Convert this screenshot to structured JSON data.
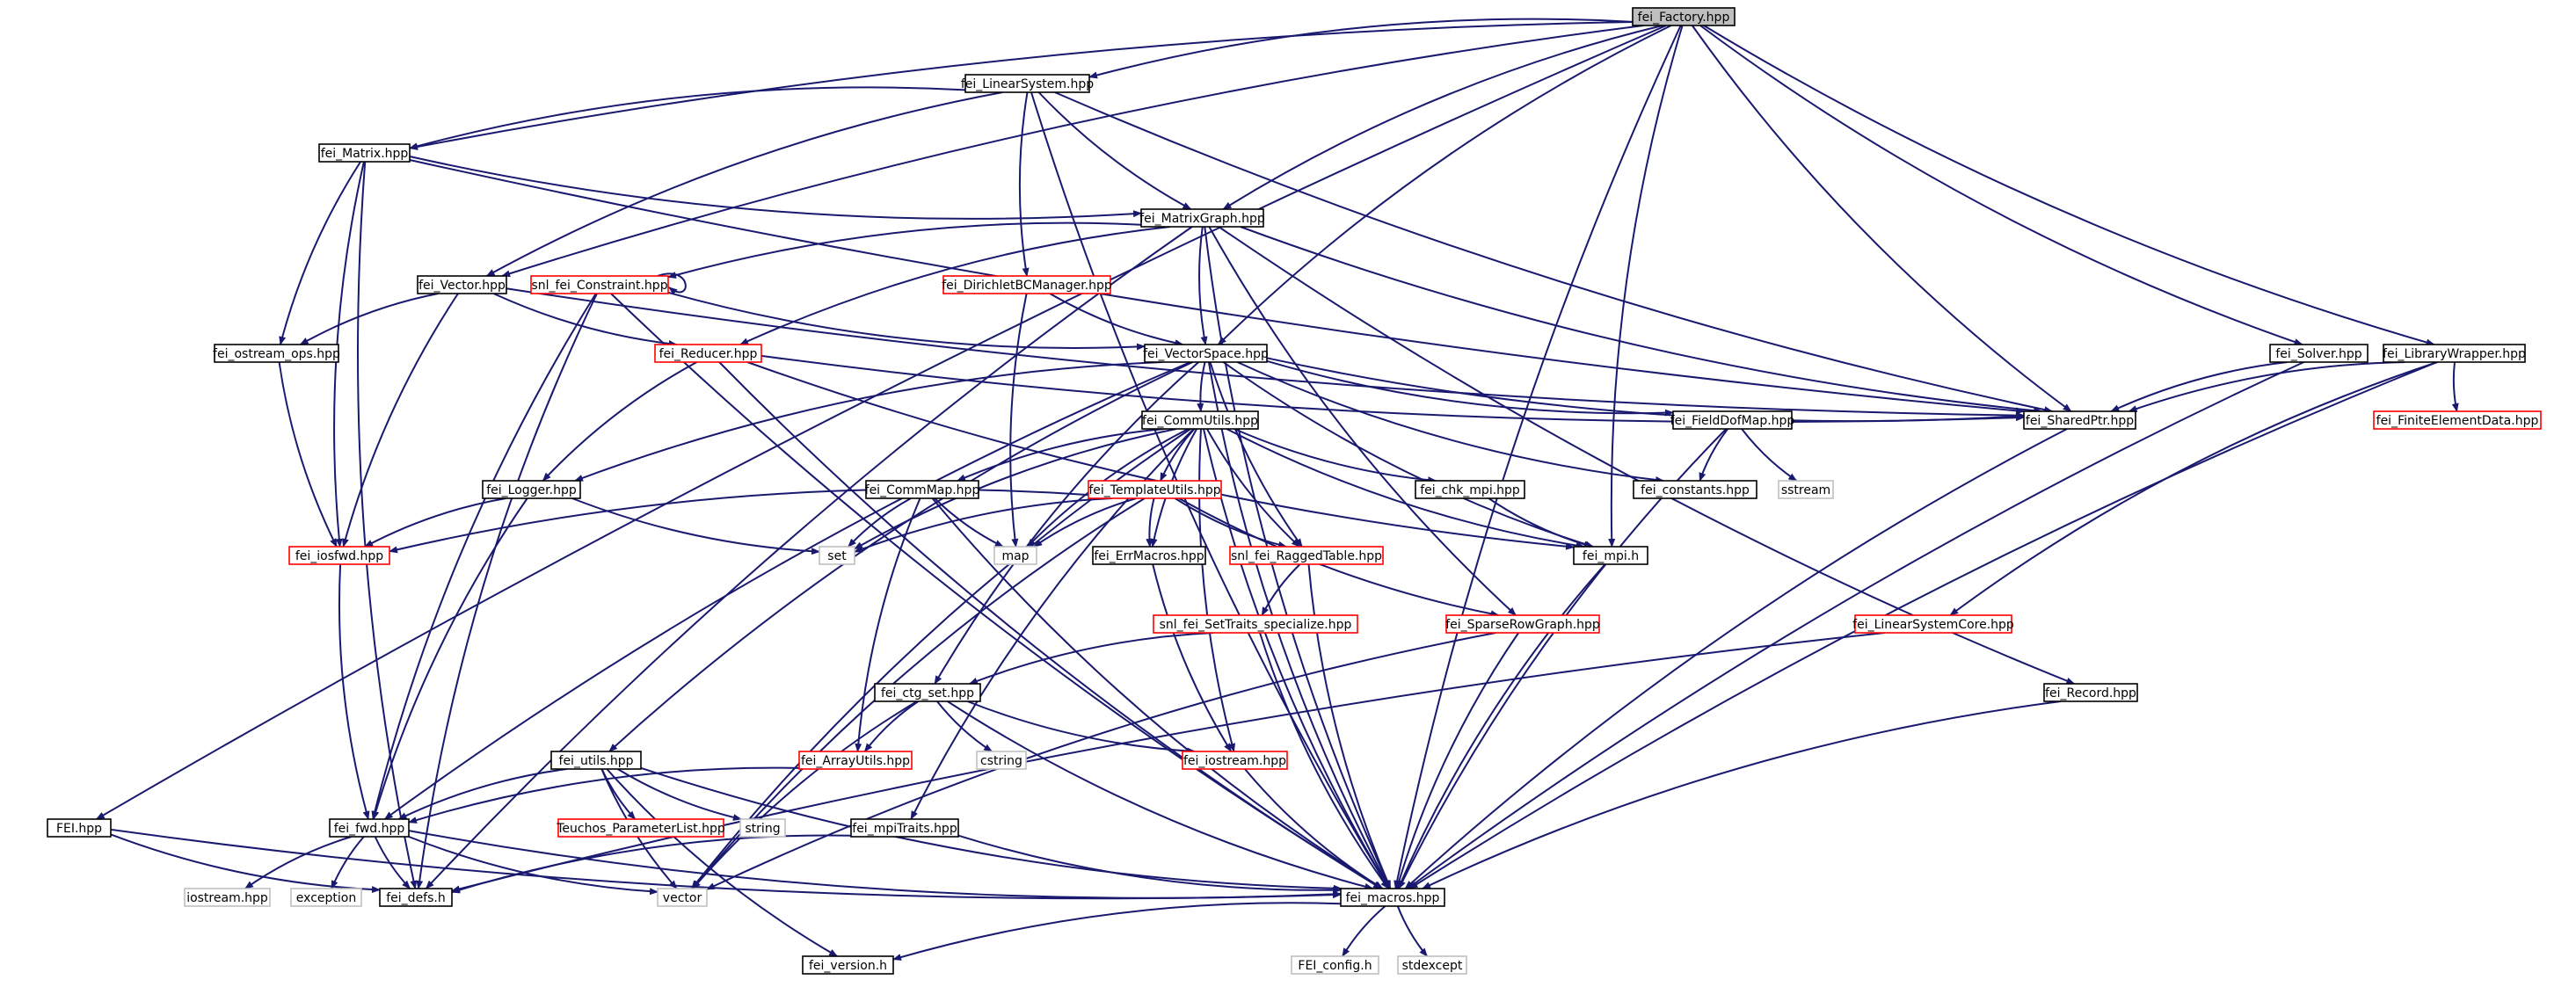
{
  "diagram": {
    "colors": {
      "edge": "#191970",
      "root_fill": "#bfbfbf",
      "plain_border": "#000000",
      "truncated_border": "#ff0000",
      "system_border": "#bfbfbf",
      "node_fill": "#ffffff"
    },
    "nodes": [
      {
        "id": "fei_Factory",
        "label": "fei_Factory.hpp",
        "kind": "root"
      },
      {
        "id": "fei_LinearSystem",
        "label": "fei_LinearSystem.hpp",
        "kind": "plain"
      },
      {
        "id": "fei_Matrix",
        "label": "fei_Matrix.hpp",
        "kind": "plain"
      },
      {
        "id": "fei_MatrixGraph",
        "label": "fei_MatrixGraph.hpp",
        "kind": "plain"
      },
      {
        "id": "fei_Vector",
        "label": "fei_Vector.hpp",
        "kind": "plain"
      },
      {
        "id": "snl_fei_Constraint",
        "label": "snl_fei_Constraint.hpp",
        "kind": "truncated"
      },
      {
        "id": "fei_DirichletBCManager",
        "label": "fei_DirichletBCManager.hpp",
        "kind": "truncated"
      },
      {
        "id": "fei_ostream_ops",
        "label": "fei_ostream_ops.hpp",
        "kind": "plain"
      },
      {
        "id": "fei_Reducer",
        "label": "fei_Reducer.hpp",
        "kind": "truncated"
      },
      {
        "id": "fei_VectorSpace",
        "label": "fei_VectorSpace.hpp",
        "kind": "plain"
      },
      {
        "id": "fei_Solver",
        "label": "fei_Solver.hpp",
        "kind": "plain"
      },
      {
        "id": "fei_LibraryWrapper",
        "label": "fei_LibraryWrapper.hpp",
        "kind": "plain"
      },
      {
        "id": "fei_SharedPtr",
        "label": "fei_SharedPtr.hpp",
        "kind": "plain"
      },
      {
        "id": "fei_FiniteElementData",
        "label": "fei_FiniteElementData.hpp",
        "kind": "truncated"
      },
      {
        "id": "fei_CommUtils",
        "label": "fei_CommUtils.hpp",
        "kind": "plain"
      },
      {
        "id": "fei_FieldDofMap",
        "label": "fei_FieldDofMap.hpp",
        "kind": "plain"
      },
      {
        "id": "fei_Logger",
        "label": "fei_Logger.hpp",
        "kind": "plain"
      },
      {
        "id": "fei_CommMap",
        "label": "fei_CommMap.hpp",
        "kind": "plain"
      },
      {
        "id": "fei_TemplateUtils",
        "label": "fei_TemplateUtils.hpp",
        "kind": "truncated"
      },
      {
        "id": "fei_chk_mpi",
        "label": "fei_chk_mpi.hpp",
        "kind": "plain"
      },
      {
        "id": "fei_constants",
        "label": "fei_constants.hpp",
        "kind": "plain"
      },
      {
        "id": "sstream",
        "label": "sstream",
        "kind": "system"
      },
      {
        "id": "fei_iosfwd",
        "label": "fei_iosfwd.hpp",
        "kind": "truncated"
      },
      {
        "id": "set",
        "label": "set",
        "kind": "system"
      },
      {
        "id": "map",
        "label": "map",
        "kind": "system"
      },
      {
        "id": "fei_ErrMacros",
        "label": "fei_ErrMacros.hpp",
        "kind": "plain"
      },
      {
        "id": "snl_fei_RaggedTable",
        "label": "snl_fei_RaggedTable.hpp",
        "kind": "truncated"
      },
      {
        "id": "fei_mpi",
        "label": "fei_mpi.h",
        "kind": "plain"
      },
      {
        "id": "snl_fei_SetTraits_specialize",
        "label": "snl_fei_SetTraits_specialize.hpp",
        "kind": "truncated"
      },
      {
        "id": "fei_SparseRowGraph",
        "label": "fei_SparseRowGraph.hpp",
        "kind": "truncated"
      },
      {
        "id": "fei_LinearSystemCore",
        "label": "fei_LinearSystemCore.hpp",
        "kind": "truncated"
      },
      {
        "id": "fei_ctg_set",
        "label": "fei_ctg_set.hpp",
        "kind": "plain"
      },
      {
        "id": "cstring",
        "label": "cstring",
        "kind": "system"
      },
      {
        "id": "fei_Record",
        "label": "fei_Record.hpp",
        "kind": "plain"
      },
      {
        "id": "fei_utils",
        "label": "fei_utils.hpp",
        "kind": "plain"
      },
      {
        "id": "fei_ArrayUtils",
        "label": "fei_ArrayUtils.hpp",
        "kind": "truncated"
      },
      {
        "id": "fei_iostream",
        "label": "fei_iostream.hpp",
        "kind": "truncated"
      },
      {
        "id": "FEI",
        "label": "FEI.hpp",
        "kind": "plain"
      },
      {
        "id": "fei_fwd",
        "label": "fei_fwd.hpp",
        "kind": "plain"
      },
      {
        "id": "Teuchos_ParameterList",
        "label": "Teuchos_ParameterList.hpp",
        "kind": "truncated"
      },
      {
        "id": "string",
        "label": "string",
        "kind": "system"
      },
      {
        "id": "fei_mpiTraits",
        "label": "fei_mpiTraits.hpp",
        "kind": "plain"
      },
      {
        "id": "iostream",
        "label": "iostream.hpp",
        "kind": "system"
      },
      {
        "id": "exception",
        "label": "exception",
        "kind": "system"
      },
      {
        "id": "fei_defs",
        "label": "fei_defs.h",
        "kind": "plain"
      },
      {
        "id": "vector",
        "label": "vector",
        "kind": "system"
      },
      {
        "id": "fei_macros",
        "label": "fei_macros.hpp",
        "kind": "plain"
      },
      {
        "id": "FEI_config",
        "label": "FEI_config.h",
        "kind": "system"
      },
      {
        "id": "stdexcept",
        "label": "stdexcept",
        "kind": "system"
      },
      {
        "id": "fei_version",
        "label": "fei_version.h",
        "kind": "plain"
      }
    ],
    "edges": [
      [
        "fei_Factory",
        "fei_LinearSystem"
      ],
      [
        "fei_Factory",
        "fei_Matrix"
      ],
      [
        "fei_Factory",
        "fei_MatrixGraph"
      ],
      [
        "fei_Factory",
        "fei_Vector"
      ],
      [
        "fei_Factory",
        "fei_VectorSpace"
      ],
      [
        "fei_Factory",
        "fei_Solver"
      ],
      [
        "fei_Factory",
        "fei_LibraryWrapper"
      ],
      [
        "fei_Factory",
        "fei_SharedPtr"
      ],
      [
        "fei_Factory",
        "fei_mpi"
      ],
      [
        "fei_Factory",
        "FEI"
      ],
      [
        "fei_Factory",
        "fei_macros"
      ],
      [
        "fei_LinearSystem",
        "fei_Matrix"
      ],
      [
        "fei_LinearSystem",
        "fei_MatrixGraph"
      ],
      [
        "fei_LinearSystem",
        "fei_Vector"
      ],
      [
        "fei_LinearSystem",
        "fei_DirichletBCManager"
      ],
      [
        "fei_LinearSystem",
        "fei_SharedPtr"
      ],
      [
        "fei_LinearSystem",
        "fei_macros"
      ],
      [
        "fei_Matrix",
        "fei_MatrixGraph"
      ],
      [
        "fei_Matrix",
        "fei_ostream_ops"
      ],
      [
        "fei_Matrix",
        "fei_iosfwd"
      ],
      [
        "fei_Matrix",
        "fei_SharedPtr"
      ],
      [
        "fei_Matrix",
        "fei_defs"
      ],
      [
        "fei_MatrixGraph",
        "snl_fei_Constraint"
      ],
      [
        "fei_MatrixGraph",
        "fei_Reducer"
      ],
      [
        "fei_MatrixGraph",
        "fei_VectorSpace"
      ],
      [
        "fei_MatrixGraph",
        "fei_SharedPtr"
      ],
      [
        "fei_MatrixGraph",
        "fei_SparseRowGraph"
      ],
      [
        "fei_MatrixGraph",
        "fei_Record"
      ],
      [
        "fei_MatrixGraph",
        "fei_macros"
      ],
      [
        "fei_MatrixGraph",
        "fei_defs"
      ],
      [
        "fei_Vector",
        "fei_ostream_ops"
      ],
      [
        "fei_Vector",
        "fei_Reducer"
      ],
      [
        "fei_Vector",
        "fei_iosfwd"
      ],
      [
        "fei_Vector",
        "fei_SharedPtr"
      ],
      [
        "snl_fei_Constraint",
        "snl_fei_Constraint"
      ],
      [
        "snl_fei_Constraint",
        "fei_VectorSpace"
      ],
      [
        "snl_fei_Constraint",
        "fei_fwd"
      ],
      [
        "snl_fei_Constraint",
        "fei_defs"
      ],
      [
        "snl_fei_Constraint",
        "fei_macros"
      ],
      [
        "fei_DirichletBCManager",
        "fei_VectorSpace"
      ],
      [
        "fei_DirichletBCManager",
        "map"
      ],
      [
        "fei_ostream_ops",
        "fei_iosfwd"
      ],
      [
        "fei_Reducer",
        "fei_Logger"
      ],
      [
        "fei_Reducer",
        "fei_SharedPtr"
      ],
      [
        "fei_Reducer",
        "fei_mpi"
      ],
      [
        "fei_Reducer",
        "fei_macros"
      ],
      [
        "fei_VectorSpace",
        "fei_CommUtils"
      ],
      [
        "fei_VectorSpace",
        "fei_FieldDofMap"
      ],
      [
        "fei_VectorSpace",
        "fei_Logger"
      ],
      [
        "fei_VectorSpace",
        "fei_constants"
      ],
      [
        "fei_VectorSpace",
        "fei_SharedPtr"
      ],
      [
        "fei_VectorSpace",
        "snl_fei_RaggedTable"
      ],
      [
        "fei_VectorSpace",
        "fei_ctg_set"
      ],
      [
        "fei_VectorSpace",
        "fei_utils"
      ],
      [
        "fei_VectorSpace",
        "fei_fwd"
      ],
      [
        "fei_VectorSpace",
        "fei_mpi"
      ],
      [
        "fei_VectorSpace",
        "fei_macros"
      ],
      [
        "fei_Solver",
        "fei_SharedPtr"
      ],
      [
        "fei_Solver",
        "fei_macros"
      ],
      [
        "fei_LibraryWrapper",
        "fei_SharedPtr"
      ],
      [
        "fei_LibraryWrapper",
        "fei_FiniteElementData"
      ],
      [
        "fei_LibraryWrapper",
        "fei_LinearSystemCore"
      ],
      [
        "fei_LibraryWrapper",
        "fei_macros"
      ],
      [
        "fei_SharedPtr",
        "fei_macros"
      ],
      [
        "fei_CommUtils",
        "fei_CommMap"
      ],
      [
        "fei_CommUtils",
        "fei_TemplateUtils"
      ],
      [
        "fei_CommUtils",
        "fei_chk_mpi"
      ],
      [
        "fei_CommUtils",
        "fei_mpi"
      ],
      [
        "fei_CommUtils",
        "set"
      ],
      [
        "fei_CommUtils",
        "map"
      ],
      [
        "fei_CommUtils",
        "fei_ErrMacros"
      ],
      [
        "fei_CommUtils",
        "snl_fei_RaggedTable"
      ],
      [
        "fei_CommUtils",
        "fei_iostream"
      ],
      [
        "fei_CommUtils",
        "fei_mpiTraits"
      ],
      [
        "fei_CommUtils",
        "vector"
      ],
      [
        "fei_CommUtils",
        "fei_macros"
      ],
      [
        "fei_FieldDofMap",
        "fei_constants"
      ],
      [
        "fei_FieldDofMap",
        "sstream"
      ],
      [
        "fei_FieldDofMap",
        "fei_macros"
      ],
      [
        "fei_Logger",
        "fei_iosfwd"
      ],
      [
        "fei_Logger",
        "set"
      ],
      [
        "fei_Logger",
        "fei_fwd"
      ],
      [
        "fei_CommMap",
        "set"
      ],
      [
        "fei_CommMap",
        "map"
      ],
      [
        "fei_CommMap",
        "fei_ArrayUtils"
      ],
      [
        "fei_CommMap",
        "fei_macros"
      ],
      [
        "fei_TemplateUtils",
        "fei_iosfwd"
      ],
      [
        "fei_TemplateUtils",
        "set"
      ],
      [
        "fei_TemplateUtils",
        "map"
      ],
      [
        "fei_TemplateUtils",
        "fei_ErrMacros"
      ],
      [
        "fei_TemplateUtils",
        "snl_fei_RaggedTable"
      ],
      [
        "fei_TemplateUtils",
        "fei_SparseRowGraph"
      ],
      [
        "fei_TemplateUtils",
        "vector"
      ],
      [
        "fei_chk_mpi",
        "fei_mpi"
      ],
      [
        "fei_iosfwd",
        "fei_fwd"
      ],
      [
        "fei_ErrMacros",
        "fei_iostream"
      ],
      [
        "snl_fei_RaggedTable",
        "snl_fei_SetTraits_specialize"
      ],
      [
        "snl_fei_RaggedTable",
        "fei_macros"
      ],
      [
        "fei_mpi",
        "fei_macros"
      ],
      [
        "snl_fei_SetTraits_specialize",
        "fei_ctg_set"
      ],
      [
        "snl_fei_SetTraits_specialize",
        "fei_macros"
      ],
      [
        "fei_SparseRowGraph",
        "vector"
      ],
      [
        "fei_SparseRowGraph",
        "fei_macros"
      ],
      [
        "fei_LinearSystemCore",
        "fei_defs"
      ],
      [
        "fei_ctg_set",
        "cstring"
      ],
      [
        "fei_ctg_set",
        "fei_ArrayUtils"
      ],
      [
        "fei_ctg_set",
        "fei_iostream"
      ],
      [
        "fei_ctg_set",
        "vector"
      ],
      [
        "fei_ctg_set",
        "fei_macros"
      ],
      [
        "fei_Record",
        "fei_macros"
      ],
      [
        "fei_utils",
        "fei_fwd"
      ],
      [
        "fei_utils",
        "Teuchos_ParameterList"
      ],
      [
        "fei_utils",
        "string"
      ],
      [
        "fei_utils",
        "vector"
      ],
      [
        "fei_utils",
        "fei_version"
      ],
      [
        "fei_utils",
        "fei_macros"
      ],
      [
        "fei_ArrayUtils",
        "fei_fwd"
      ],
      [
        "fei_iostream",
        "fei_macros"
      ],
      [
        "FEI",
        "fei_defs"
      ],
      [
        "FEI",
        "fei_macros"
      ],
      [
        "fei_fwd",
        "iostream"
      ],
      [
        "fei_fwd",
        "exception"
      ],
      [
        "fei_fwd",
        "fei_defs"
      ],
      [
        "fei_fwd",
        "vector"
      ],
      [
        "fei_fwd",
        "fei_macros"
      ],
      [
        "fei_mpiTraits",
        "fei_defs"
      ],
      [
        "fei_mpiTraits",
        "fei_macros"
      ],
      [
        "fei_macros",
        "FEI_config"
      ],
      [
        "fei_macros",
        "stdexcept"
      ],
      [
        "fei_macros",
        "fei_version"
      ]
    ]
  }
}
